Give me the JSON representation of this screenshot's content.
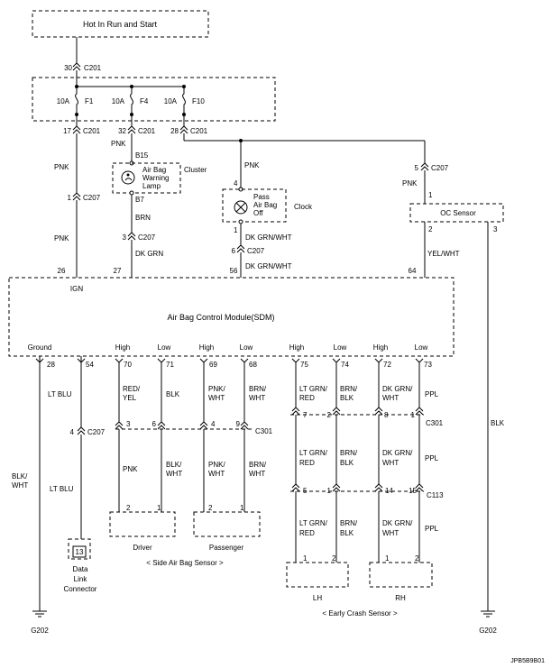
{
  "power": {
    "label": "Hot In Run and Start"
  },
  "fuses": [
    {
      "rating": "10A",
      "name": "F1"
    },
    {
      "rating": "10A",
      "name": "F4"
    },
    {
      "rating": "10A",
      "name": "F10"
    }
  ],
  "connectors": {
    "c201_top": {
      "pin": "30",
      "name": "C201"
    },
    "c201_f1": {
      "pin": "17",
      "name": "C201"
    },
    "c201_f4": {
      "pin": "32",
      "name": "C201"
    },
    "c201_f10": {
      "pin": "28",
      "name": "C201"
    },
    "c207_left": {
      "pin": "1",
      "name": "C207"
    },
    "c207_brn": {
      "pin": "3",
      "name": "C207"
    },
    "c207_right": {
      "pin": "5",
      "name": "C207"
    },
    "c207_clock": {
      "pin": "6",
      "name": "C207"
    },
    "c207_dlc": {
      "pin": "4",
      "name": "C207"
    },
    "c301": {
      "name": "C301",
      "pins": [
        "3",
        "6",
        "4",
        "9",
        "7",
        "2",
        "8",
        "1"
      ]
    },
    "c113": {
      "name": "C113",
      "pins": [
        "5",
        "1",
        "14",
        "15"
      ]
    }
  },
  "wires": {
    "pnk": "PNK",
    "brn": "BRN",
    "dk_grn": "DK GRN",
    "dk_grn_wht": "DK GRN/WHT",
    "yel_wht": "YEL/WHT",
    "lt_blu": "LT BLU",
    "blk": "BLK",
    "blk_wht": [
      "BLK/",
      "WHT"
    ],
    "red_yel": [
      "RED/",
      "YEL"
    ],
    "pnk_wht": [
      "PNK/",
      "WHT"
    ],
    "brn_wht": [
      "BRN/",
      "WHT"
    ],
    "ltgrn_red": [
      "LT GRN/",
      "RED"
    ],
    "brn_blk": [
      "BRN/",
      "BLK"
    ],
    "dkgrn_wht": [
      "DK GRN/",
      "WHT"
    ],
    "ppl": "PPL"
  },
  "cluster": {
    "lamp_lines": [
      "Air Bag",
      "Warning",
      "Lamp"
    ],
    "name": "Cluster",
    "pin_top": "B15",
    "pin_bottom": "B7"
  },
  "clock": {
    "lamp_lines": [
      "Pass",
      "Air Bag",
      "Off"
    ],
    "name": "Clock",
    "pin_top": "4",
    "pin_bottom": "1"
  },
  "oc_sensor": {
    "name": "OC Sensor",
    "pin_left": "2",
    "pin_right": "3",
    "pin_top": "1"
  },
  "sdm": {
    "name": "Air Bag Control Module(SDM)",
    "top_pins": [
      "26",
      "27",
      "56",
      "64"
    ],
    "ign": "IGN",
    "ground": "Ground",
    "bottom_labels": [
      "High",
      "Low",
      "High",
      "Low",
      "High",
      "Low",
      "High",
      "Low"
    ],
    "bottom_pins": [
      "28",
      "54",
      "70",
      "71",
      "69",
      "68",
      "75",
      "74",
      "72",
      "73"
    ]
  },
  "side_sensors": {
    "driver": "Driver",
    "passenger": "Passenger",
    "group": "< Side Air Bag Sensor >",
    "pins": [
      "2",
      "1"
    ]
  },
  "crash_sensors": {
    "lh": "LH",
    "rh": "RH",
    "group": "< Early Crash Sensor >",
    "pins": [
      "1",
      "2"
    ]
  },
  "dlc": {
    "pin": "13",
    "lines": [
      "Data",
      "Link",
      "Connector"
    ]
  },
  "grounds": {
    "left": "G202",
    "right": "G202"
  },
  "figure_id": "JPB5B9B01"
}
